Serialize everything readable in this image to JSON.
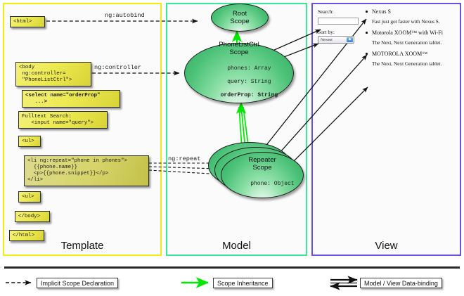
{
  "panels": [
    {
      "key": "template",
      "title": "Template",
      "border_color": "#f2ea12"
    },
    {
      "key": "model",
      "title": "Model",
      "border_color": "#3ae79b"
    },
    {
      "key": "view",
      "title": "View",
      "border_color": "#6a4fe0"
    }
  ],
  "template": {
    "boxes": [
      {
        "id": "html-open",
        "text": "<html>"
      },
      {
        "id": "body-open",
        "text": "<body\n ng:controller=\n \"PhoneListCtrl\">"
      },
      {
        "id": "select-tag",
        "text": "<select name=\"orderProp\"\n   ...>"
      },
      {
        "id": "fulltext",
        "text": "Fulltext Search:\n   <input name=\"query\">"
      },
      {
        "id": "ul-open",
        "text": "<ul>"
      },
      {
        "id": "li-repeat",
        "text": "<li ng:repeat=\"phone in phones\">\n  {{phone.name}}\n  <p>{{phone.snippet}}</p>\n</li>"
      },
      {
        "id": "ul-close",
        "text": "<ul>"
      },
      {
        "id": "body-close",
        "text": "</body>"
      },
      {
        "id": "html-close",
        "text": "</html>"
      }
    ]
  },
  "edges": {
    "autobind": "ng:autobind",
    "controller": "ng:controller",
    "repeat": "ng:repeat"
  },
  "model": {
    "scopes": [
      {
        "id": "root-scope",
        "title_line1": "Root",
        "title_line2": "Scope",
        "props": []
      },
      {
        "id": "phonelistctrl-scope",
        "title_line1": "PhoneListCtrl",
        "title_line2": "Scope",
        "props": [
          {
            "text": "phones: Array",
            "bold": false
          },
          {
            "text": "query: String",
            "bold": false
          },
          {
            "text": "orderProp: String",
            "bold": true
          }
        ]
      },
      {
        "id": "repeater-scope",
        "title_line1": "Repeater",
        "title_line2": "Scope",
        "props": [
          {
            "text": "phone: Object",
            "bold": false
          }
        ]
      }
    ]
  },
  "view": {
    "search_label": "Search:",
    "search_value": "",
    "sort_label": "Sort by:",
    "sort_selected": "Newest",
    "phones": [
      {
        "name": "Nexus S",
        "snippet": "Fast just got faster with Nexus S."
      },
      {
        "name": "Motorola XOOM™  with Wi-Fi",
        "snippet": "The Next, Next Generation tablet."
      },
      {
        "name": "MOTOROLA XOOM™",
        "snippet": "The Next, Next Generation tablet."
      }
    ]
  },
  "legend": [
    {
      "id": "implicit-scope-declaration",
      "label": "Implicit Scope Declaration",
      "arrow": "dashed-black"
    },
    {
      "id": "scope-inheritance",
      "label": "Scope Inheritance",
      "arrow": "solid-green"
    },
    {
      "id": "model-view-data-binding",
      "label": "Model / View Data-binding",
      "arrow": "double-black"
    }
  ],
  "colors": {
    "template_border": "#f2ea12",
    "model_border": "#3ae79b",
    "view_border": "#6a4fe0",
    "inheritance_arrow": "#00e800",
    "code_box_fill": "#eeea52",
    "scope_fill": "#4cc278"
  }
}
